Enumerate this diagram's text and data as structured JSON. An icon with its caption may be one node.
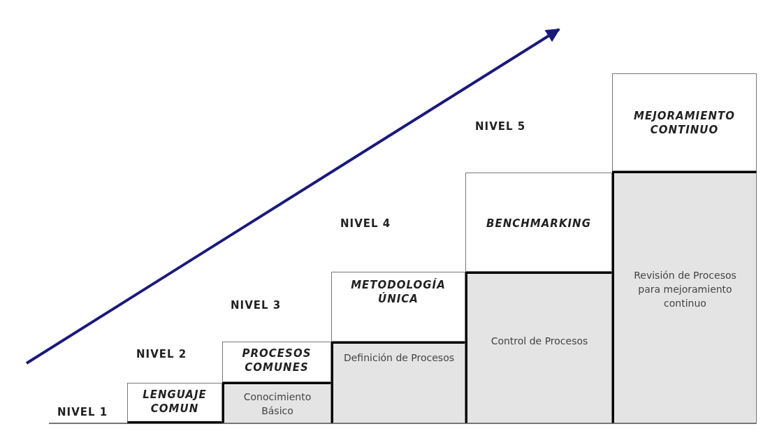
{
  "diagram": {
    "nodes": [
      {
        "text": [
          "LENGUAJE COMUN"
        ]
      },
      {
        "text": [
          "PROCESOS COMUNES"
        ]
      },
      {
        "text": [
          "Conocimiento Básico"
        ]
      },
      {
        "text": [
          "METODOLOGÍA ÚNICA"
        ]
      },
      {
        "text": [
          "Definición de Procesos"
        ]
      },
      {
        "text": [
          "BENCHMARKING"
        ]
      },
      {
        "text": [
          "Control de Procesos"
        ]
      },
      {
        "text": [
          "MEJORAMIENTO CONTINUO"
        ]
      },
      {
        "text": [
          "Revisión de Procesos para mejoramiento continuo"
        ]
      }
    ],
    "labels": [
      "NIVEL 5",
      "NIVEL 4",
      "NIVEL 3",
      "NIVEL 2",
      "NIVEL 1"
    ]
  }
}
